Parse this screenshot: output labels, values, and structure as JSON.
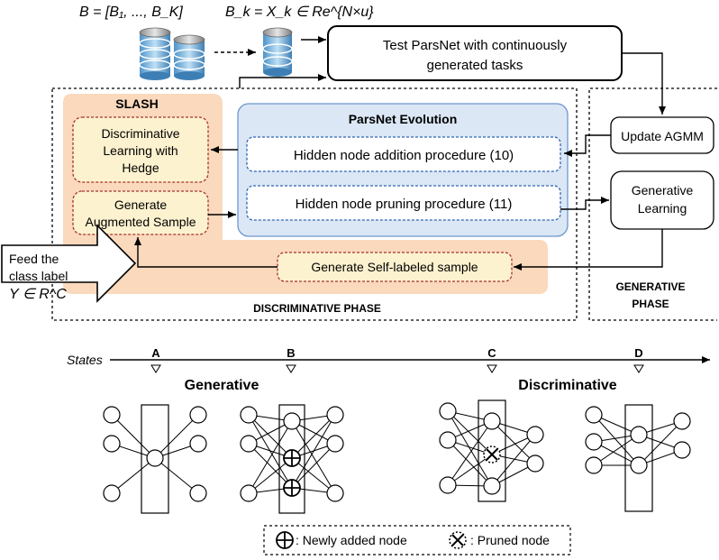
{
  "top": {
    "batch_formula": "B = [B₁, ..., B_K]",
    "batch_k_formula": "B_k = X_k ∈ Re^{N×u}",
    "test_box": [
      "Test ParsNet with continuously",
      "generated tasks"
    ]
  },
  "slash": {
    "title": "SLASH",
    "discriminative_learning": [
      "Discriminative",
      "Learning with",
      "Hedge"
    ],
    "generate_augmented": [
      "Generate",
      "Augmented Sample"
    ],
    "generate_self_labeled": "Generate Self-labeled sample"
  },
  "parsnet": {
    "title": "ParsNet Evolution",
    "addition": "Hidden node addition procedure (10)",
    "pruning": "Hidden node pruning procedure (11)"
  },
  "generative_side": {
    "update_agmm": "Update AGMM",
    "generative_learning": [
      "Generative",
      "Learning"
    ],
    "phase_label": [
      "GENERATIVE",
      "PHASE"
    ]
  },
  "feed": {
    "lines": [
      "Feed the",
      "class label"
    ],
    "formula": "Y ∈ R^C"
  },
  "discriminative_phase_label": "DISCRIMINATIVE PHASE",
  "states": {
    "axis_label": "States",
    "points": [
      "A",
      "B",
      "C",
      "D"
    ],
    "generative_label": "Generative",
    "discriminative_label": "Discriminative"
  },
  "legend": {
    "added": ": Newly added node",
    "pruned": ": Pruned node"
  },
  "colors": {
    "slash_bg": "#fad9bd",
    "inner_box_bg": "#fdf2cf",
    "inner_box_border": "#a4342a",
    "parsnet_bg": "#dbe7f5",
    "parsnet_border": "#6d97cf",
    "parsnet_dash": "#2f66b5"
  }
}
